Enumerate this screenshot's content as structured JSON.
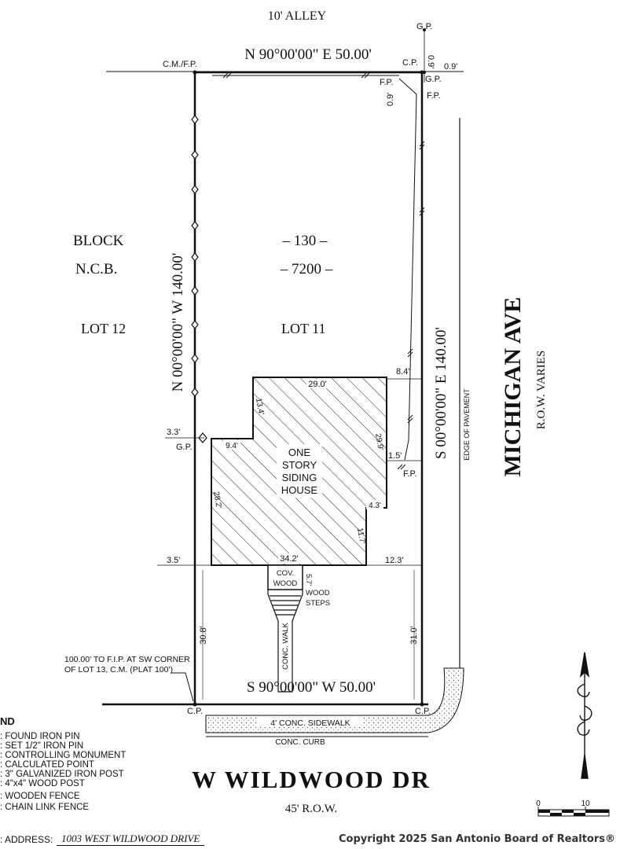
{
  "survey": {
    "top_street": "10' ALLEY",
    "bottom_street": "W WILDWOOD DR",
    "bottom_row": "45' R.O.W.",
    "right_street": "MICHIGAN AVE",
    "right_row": "R.O.W. VARIES",
    "edge_of_pavement": "EDGE OF PAVEMENT",
    "north_line": "N 90°00'00\" E 50.00'",
    "south_line": "S 90°00'00\" W 50.00'",
    "west_line": "N 00°00'00\" W 140.00'",
    "east_line": "S 00°00'00\" E 140.00'",
    "block_label": "BLOCK",
    "block_value": "– 130 –",
    "ncb_label": "N.C.B.",
    "ncb_value": "– 7200 –",
    "lot_west": "LOT 12",
    "lot_this": "LOT 11",
    "house_lines": [
      "ONE",
      "STORY",
      "SIDING",
      "HOUSE"
    ],
    "dims": {
      "top": "29.0'",
      "left_top": "13.4'",
      "notch": "9.4'",
      "right_upper": "29.9'",
      "left": "28.2'",
      "right_step": "4.3'",
      "right_lower": "11.7'",
      "bottom": "34.2'",
      "east_setback_upper": "8.4'",
      "east_offset_fp": "1.5'",
      "west_offset": "3.3'",
      "west_setback": "3.5'",
      "east_setback_lower": "12.3'",
      "porch": "5.7'",
      "front_west": "30.8'",
      "front_east": "31.0'",
      "cp_gap_v": "0.9'",
      "cp_gap_h": "0.9'",
      "fp_gap": "0.9'"
    },
    "points": {
      "nw": "C.M./F.P.",
      "ne_cp": "C.P.",
      "gp_top": "G.P.",
      "gp_right": "G.P.",
      "fp_a": "F.P.",
      "fp_b": "F.P.",
      "gp_west": "G.P.",
      "fp_east": "F.P.",
      "sw": "C.P.",
      "se": "C.P."
    },
    "porch_labels": [
      "COV.",
      "WOOD"
    ],
    "steps_labels": [
      "WOOD",
      "STEPS"
    ],
    "walk": "CONC. WALK",
    "sidewalk": "4' CONC. SIDEWALK",
    "curb": "CONC. CURB",
    "note_line1": "100.00' TO F.I.P. AT SW CORNER",
    "note_line2": "OF LOT 13, C.M. (PLAT 100')",
    "scale_zero": "0",
    "scale_ten": "10"
  },
  "legend": {
    "title": "ND",
    "items": [
      ": FOUND IRON PIN",
      ": SET 1/2\" IRON PIN",
      ": CONTROLLING MONUMENT",
      ": CALCULATED POINT",
      ": 3\" GALVANIZED IRON POST",
      ": 4\"x4\" WOOD POST",
      ": WOODEN FENCE",
      ": CHAIN LINK FENCE"
    ]
  },
  "address": {
    "label": ": ADDRESS:",
    "value": "1003 WEST WILDWOOD DRIVE"
  },
  "watermark": "Copyright 2025 San Antonio Board of Realtors®"
}
